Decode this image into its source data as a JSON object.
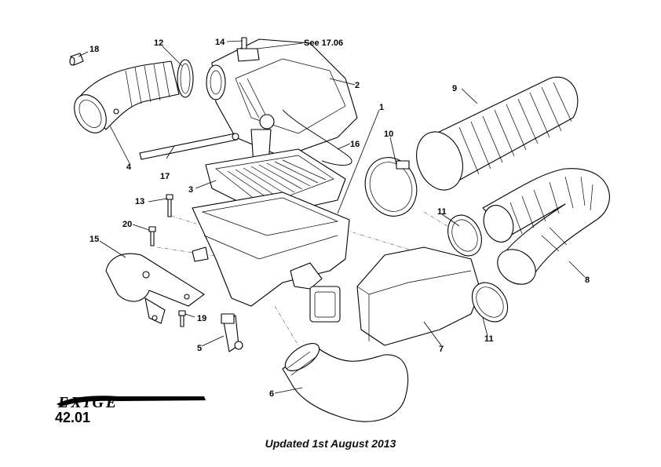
{
  "callouts": [
    "18",
    "12",
    "14",
    "See 17.06",
    "2",
    "1",
    "9",
    "16",
    "10",
    "4",
    "17",
    "3",
    "13",
    "11",
    "20",
    "15",
    "8",
    "19",
    "7",
    "11",
    "5",
    "6"
  ],
  "brand": "EXIGE",
  "page_code": "42.01",
  "footer": "Updated 1st August 2013"
}
